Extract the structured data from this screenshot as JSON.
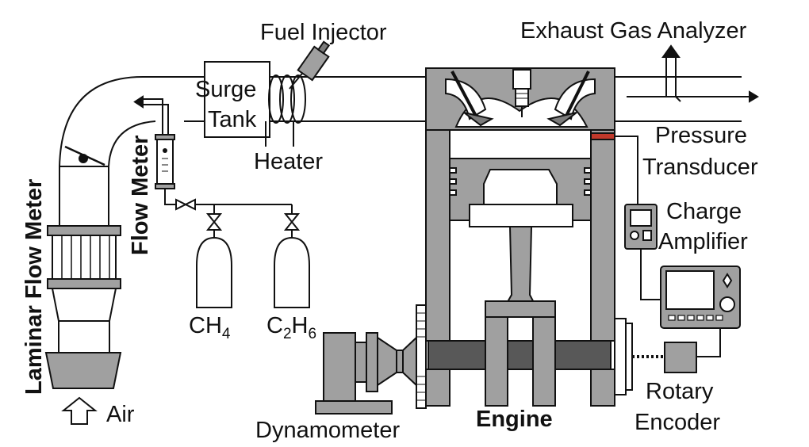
{
  "labels": {
    "fuel_injector": "Fuel Injector",
    "exhaust_gas_analyzer": "Exhaust Gas Analyzer",
    "surge": "Surge",
    "tank": "Tank",
    "heater": "Heater",
    "pressure": "Pressure",
    "transducer": "Transducer",
    "charge": "Charge",
    "amplifier": "Amplifier",
    "flow_meter": "Flow Meter",
    "laminar_flow_meter": "Laminar Flow Meter",
    "air": "Air",
    "ch4_base": "CH",
    "ch4_sub": "4",
    "c2h6_c": "C",
    "c2h6_sub1": "2",
    "c2h6_h": "H",
    "c2h6_sub2": "6",
    "dynamometer": "Dynamometer",
    "engine": "Engine",
    "rotary": "Rotary",
    "encoder": "Encoder"
  },
  "colors": {
    "metal": "#a0a0a0",
    "metal_dark": "#7c7c7c",
    "crank_band": "#585858",
    "line": "#111111",
    "transducer_accent": "#c0392b"
  }
}
